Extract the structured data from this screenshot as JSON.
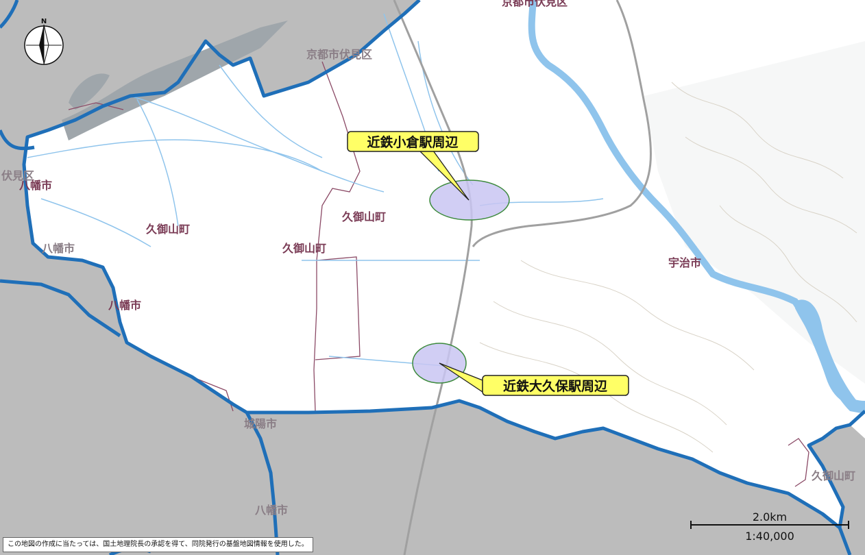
{
  "colors": {
    "outside_gray": "#bcbcbc",
    "inside_white": "#ffffff",
    "boundary_blue": "#1f6fb8",
    "river_blue": "#8fc4ec",
    "label_maroon": "#7a3b55",
    "highlight_fill": "#c9c6f2",
    "highlight_stroke": "#3c8a3c",
    "callout_yellow": "#ffff66"
  },
  "icons": {
    "north_arrow": "north-arrow-icon",
    "north_letter": "N"
  },
  "labels": {
    "kyoto_fushimi_top": "京都市伏見区",
    "kyoto_fushimi": "京都市伏見区",
    "fushimi_left": "伏見区",
    "yawata_1": "八幡市",
    "yawata_2": "八幡市",
    "yawata_3": "八幡市",
    "yawata_4": "八幡市",
    "kumiyama_1": "久御山町",
    "kumiyama_2": "久御山町",
    "kumiyama_3": "久御山町",
    "kumiyama_4": "久御山町",
    "uji": "宇治市",
    "joyo": "城陽市"
  },
  "callouts": {
    "ogura": "近鉄小倉駅周辺",
    "okubo": "近鉄大久保駅周辺"
  },
  "scale": {
    "distance": "2.0km",
    "ratio": "1:40,000"
  },
  "credit": "この地図の作成に当たっては、国土地理院長の承認を得て、同院発行の基盤地図情報を使用した。"
}
